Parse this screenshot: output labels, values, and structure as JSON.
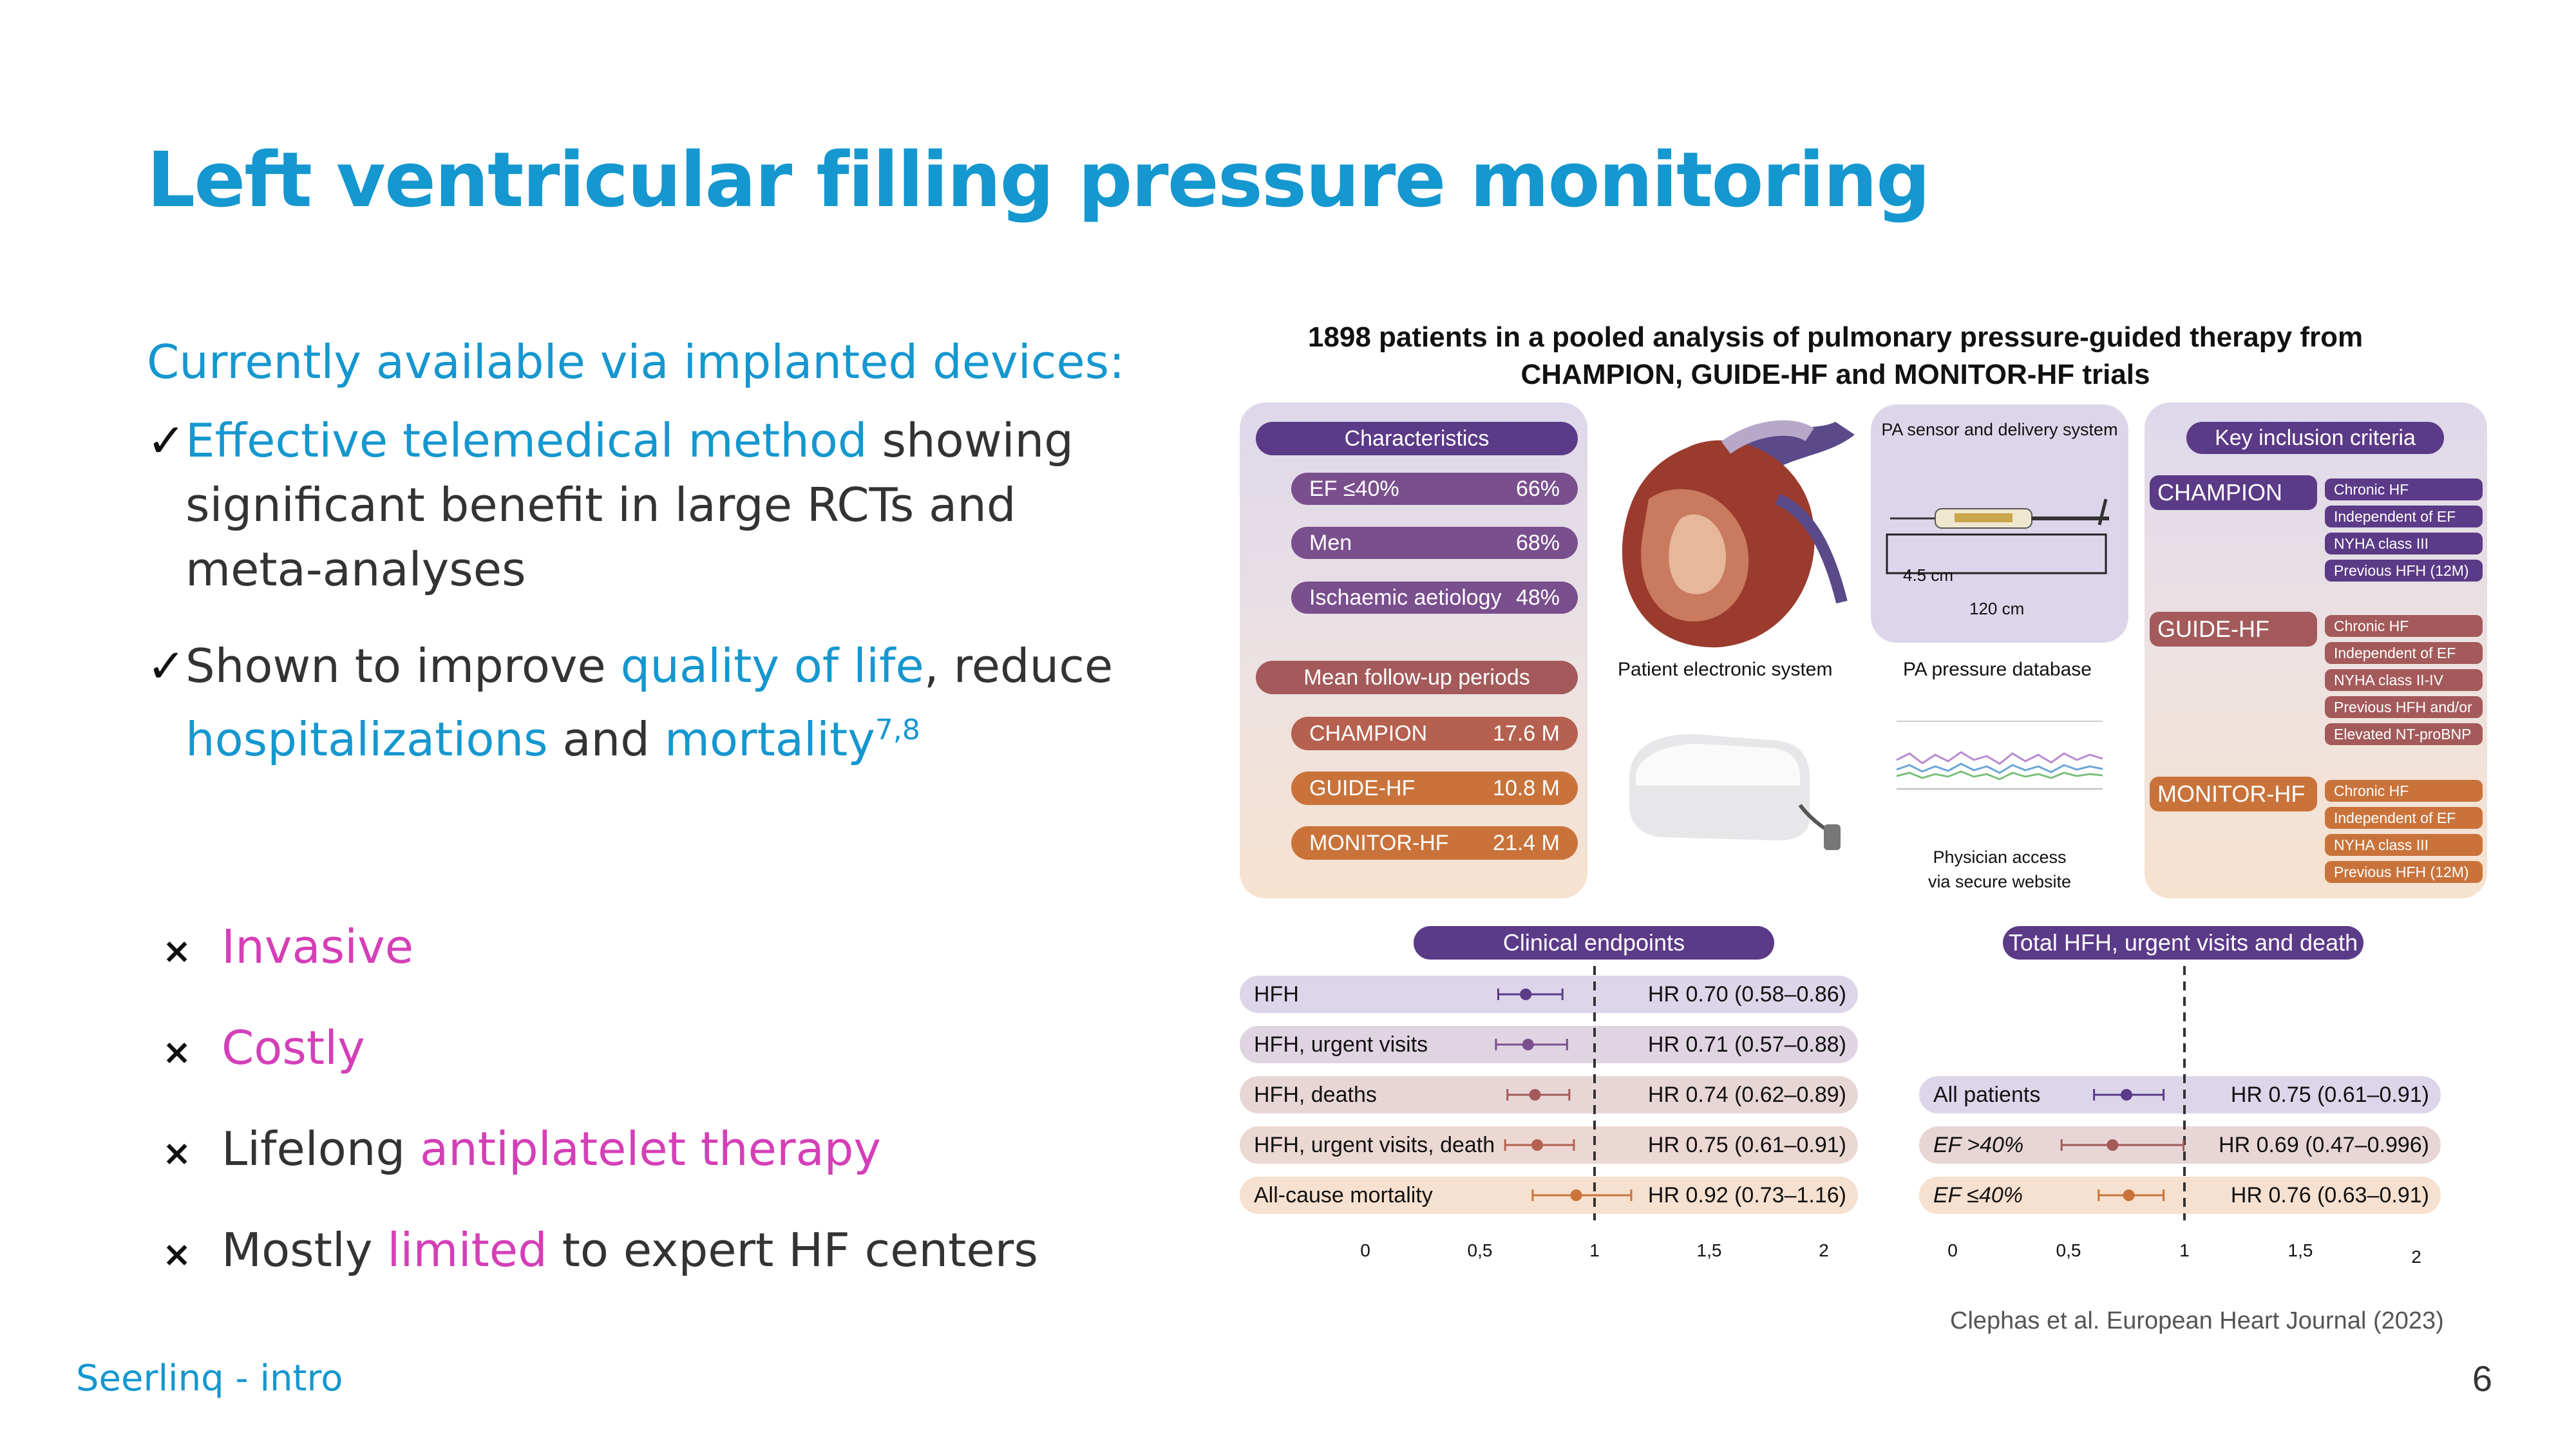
{
  "slide": {
    "title": "Left ventricular filling pressure monitoring",
    "subtitle": "Currently available via implanted devices:",
    "check_mark": "✓",
    "cross_mark": "×",
    "bullet1": {
      "hl": "Effective telemedical method",
      "rest": " showing significant benefit in large RCTs and meta-analyses"
    },
    "bullet2": {
      "t1": "Shown to improve ",
      "h1": "quality of life",
      "t2": ", reduce ",
      "h2": "hospitalizations",
      "t3": " and ",
      "h3": "mortality",
      "sup": "7,8"
    },
    "cons": [
      {
        "pre": "",
        "pink": "Invasive",
        "post": ""
      },
      {
        "pre": "",
        "pink": "Costly",
        "post": ""
      },
      {
        "pre": "Lifelong ",
        "pink": "antiplatelet therapy",
        "post": ""
      },
      {
        "pre": "Mostly ",
        "pink": "limited",
        "post": " to expert HF centers"
      }
    ],
    "footer": "Seerlinq - intro",
    "page": "6",
    "citation": "Clephas et al. European Heart Journal (2023)"
  },
  "figure": {
    "title_line1": "1898 patients in a pooled analysis of pulmonary pressure-guided therapy from",
    "title_line2": "CHAMPION, GUIDE-HF and MONITOR-HF trials",
    "characteristics": {
      "header": "Characteristics",
      "items": [
        {
          "label": "EF ≤40%",
          "value": "66%"
        },
        {
          "label": "Men",
          "value": "68%"
        },
        {
          "label": "Ischaemic aetiology",
          "value": "48%"
        }
      ]
    },
    "followup": {
      "header": "Mean follow-up periods",
      "items": [
        {
          "label": "CHAMPION",
          "value": "17.6 M"
        },
        {
          "label": "GUIDE-HF",
          "value": "10.8 M"
        },
        {
          "label": "MONITOR-HF",
          "value": "21.4 M"
        }
      ]
    },
    "sensor": {
      "title": "PA sensor and delivery system",
      "len_small": "4.5 cm",
      "len_large": "120 cm"
    },
    "patient_system": "Patient electronic system",
    "pa_database": "PA pressure database",
    "physician_line1": "Physician access",
    "physician_line2": "via secure website",
    "inclusion": {
      "header": "Key inclusion criteria",
      "trials": [
        {
          "name": "CHAMPION",
          "criteria": [
            "Chronic HF",
            "Independent of EF",
            "NYHA class III",
            "Previous HFH (12M)"
          ]
        },
        {
          "name": "GUIDE-HF",
          "criteria": [
            "Chronic HF",
            "Independent of EF",
            "NYHA class II-IV",
            "Previous HFH and/or",
            "Elevated NT-proBNP"
          ]
        },
        {
          "name": "MONITOR-HF",
          "criteria": [
            "Chronic HF",
            "Independent of EF",
            "NYHA class III",
            "Previous HFH (12M)"
          ]
        }
      ]
    },
    "clinical_header": "Clinical endpoints",
    "total_header": "Total HFH, urgent visits and death",
    "ticks_left": [
      "0",
      "0,5",
      "1",
      "1,5",
      "2"
    ],
    "ticks_right": [
      "0",
      "0,5",
      "1",
      "1,5",
      "2"
    ]
  },
  "chart_data": [
    {
      "type": "forest",
      "title": "Clinical endpoints",
      "xlim": [
        0,
        2
      ],
      "reference": 1,
      "rows": [
        {
          "label": "HFH",
          "hr": 0.7,
          "lo": 0.58,
          "hi": 0.86,
          "text": "HR 0.70 (0.58–0.86)",
          "color": "#5b3a87"
        },
        {
          "label": "HFH, urgent visits",
          "hr": 0.71,
          "lo": 0.57,
          "hi": 0.88,
          "text": "HR 0.71 (0.57–0.88)",
          "color": "#7a4f8e"
        },
        {
          "label": "HFH, deaths",
          "hr": 0.74,
          "lo": 0.62,
          "hi": 0.89,
          "text": "HR 0.74 (0.62–0.89)",
          "color": "#a45a5a"
        },
        {
          "label": "HFH, urgent visits, death",
          "hr": 0.75,
          "lo": 0.61,
          "hi": 0.91,
          "text": "HR 0.75 (0.61–0.91)",
          "color": "#b6604f"
        },
        {
          "label": "All-cause mortality",
          "hr": 0.92,
          "lo": 0.73,
          "hi": 1.16,
          "text": "HR 0.92 (0.73–1.16)",
          "color": "#c9733b"
        }
      ]
    },
    {
      "type": "forest",
      "title": "Total HFH, urgent visits and death",
      "xlim": [
        0,
        2
      ],
      "reference": 1,
      "rows": [
        {
          "label": "All patients",
          "italic": false,
          "hr": 0.75,
          "lo": 0.61,
          "hi": 0.91,
          "text": "HR 0.75 (0.61–0.91)",
          "color": "#5b3a87"
        },
        {
          "label": "EF >40%",
          "italic": true,
          "hr": 0.69,
          "lo": 0.47,
          "hi": 0.996,
          "text": "HR 0.69 (0.47–0.996)",
          "color": "#a45a5a"
        },
        {
          "label": "EF ≤40%",
          "italic": true,
          "hr": 0.76,
          "lo": 0.63,
          "hi": 0.91,
          "text": "HR 0.76 (0.63–0.91)",
          "color": "#c9733b"
        }
      ]
    }
  ]
}
